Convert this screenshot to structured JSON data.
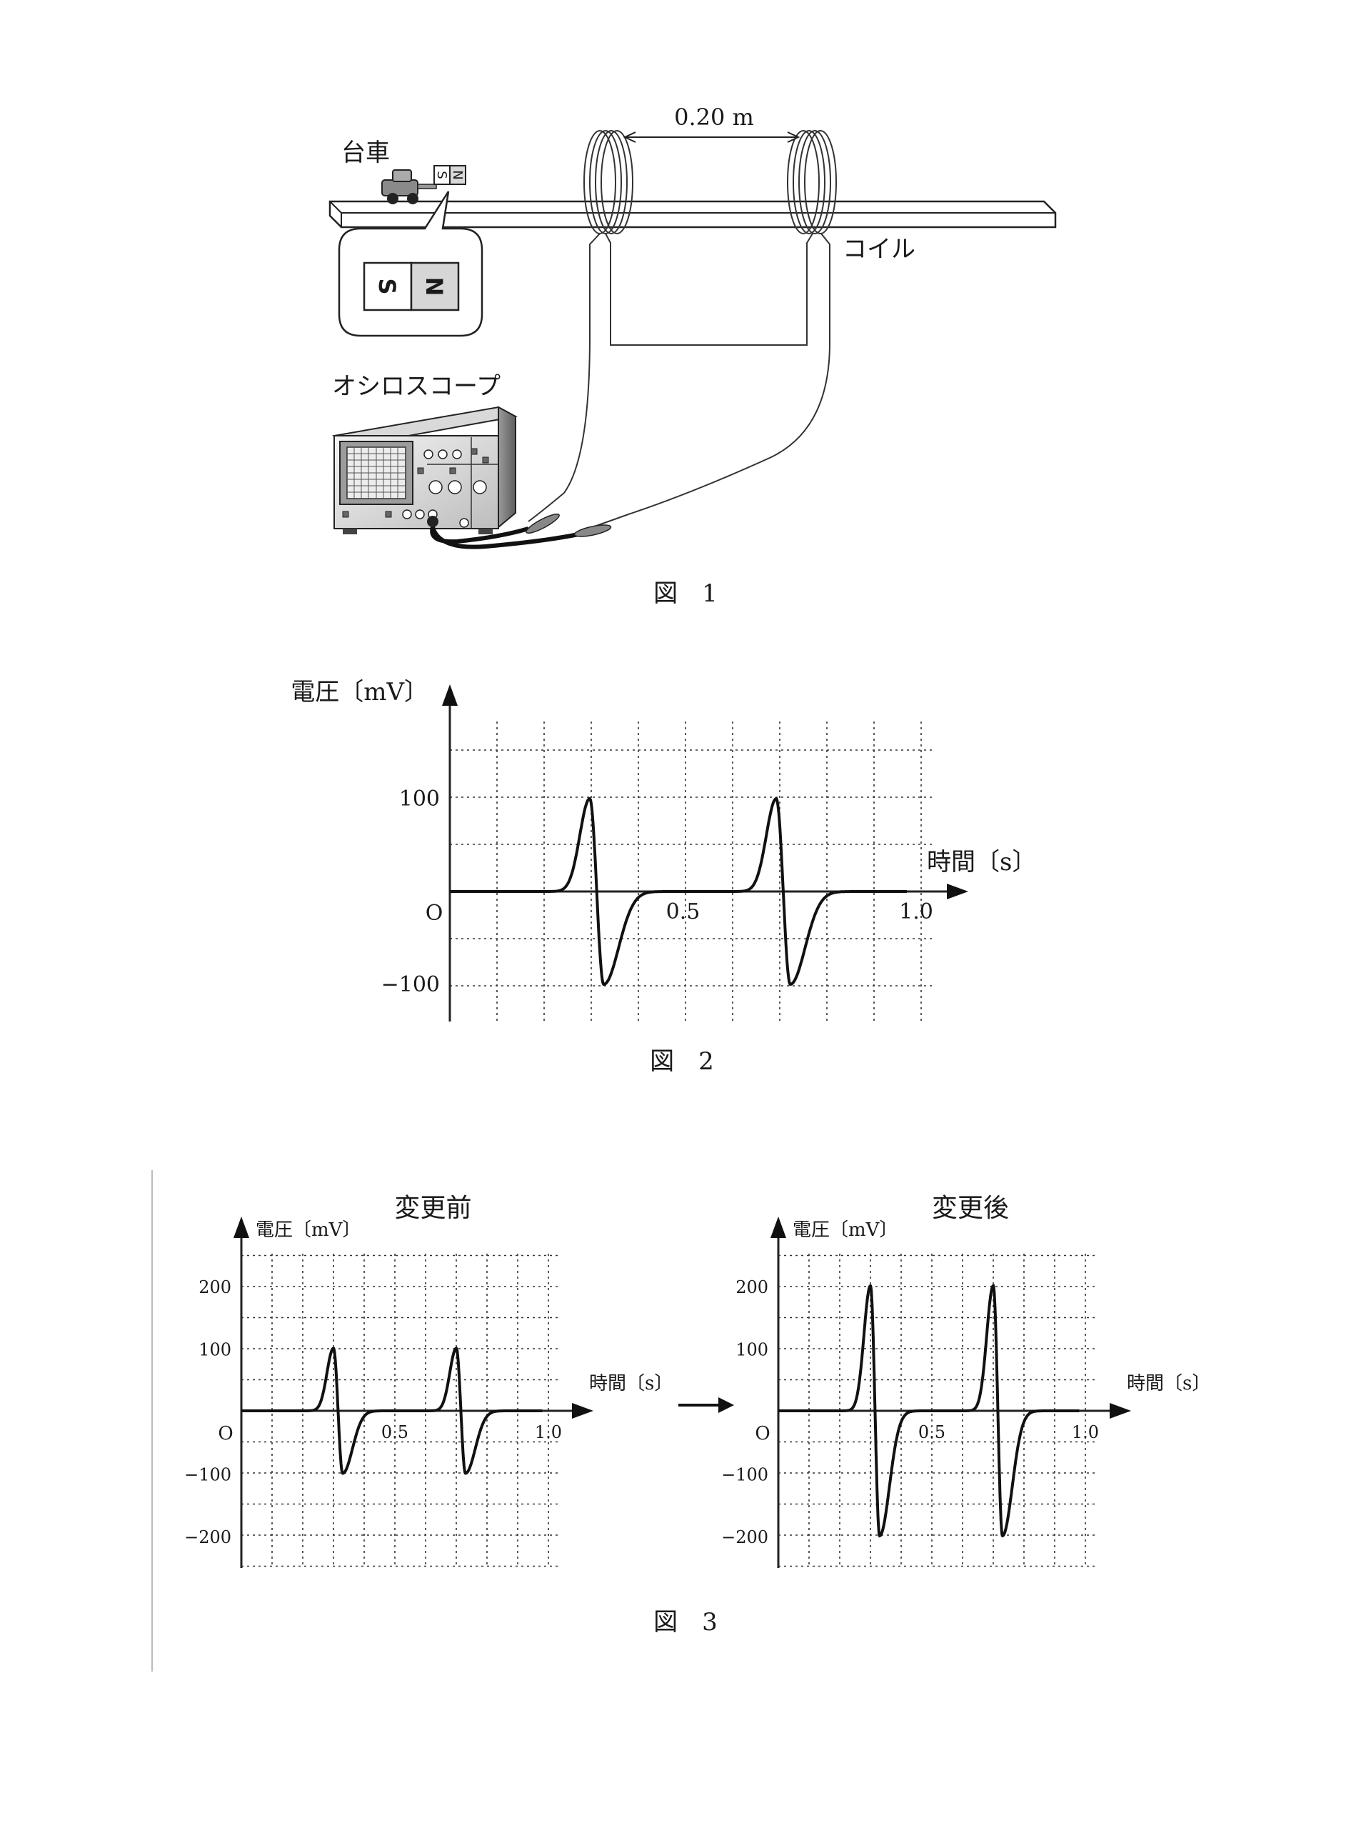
{
  "figure1": {
    "caption": "図　1",
    "distance_label": "0.20 m",
    "cart_label": "台車",
    "coil_label": "コイル",
    "oscilloscope_label": "オシロスコープ",
    "magnet_s": "S",
    "magnet_n": "N"
  },
  "figure2": {
    "caption": "図　2"
  },
  "figure3": {
    "caption": "図　3",
    "arrow": "→"
  },
  "chart_data": [
    {
      "id": "fig2",
      "type": "line",
      "ylabel": "電圧〔mV〕",
      "xlabel": "時間〔s〕",
      "origin_label": "O",
      "xlim": [
        0,
        1.05
      ],
      "ylim": [
        -145,
        145
      ],
      "x_ticks": [
        0.5,
        1.0
      ],
      "x_tick_labels": [
        "0.5",
        "1.0"
      ],
      "y_ticks": [
        100,
        -100
      ],
      "y_tick_labels": [
        "100",
        "−100"
      ],
      "pulses": [
        {
          "peak_x": 0.3,
          "peak_y": 100,
          "trough_x": 0.33,
          "trough_y": -100
        },
        {
          "peak_x": 0.7,
          "peak_y": 100,
          "trough_x": 0.73,
          "trough_y": -100
        }
      ],
      "grid": true
    },
    {
      "id": "fig3-before",
      "type": "line",
      "title": "変更前",
      "ylabel": "電圧〔mV〕",
      "xlabel": "時間〔s〕",
      "origin_label": "O",
      "xlim": [
        0,
        1.05
      ],
      "ylim": [
        -245,
        245
      ],
      "x_ticks": [
        0.5,
        1.0
      ],
      "x_tick_labels": [
        "0.5",
        "1.0"
      ],
      "y_ticks": [
        200,
        100,
        -100,
        -200
      ],
      "y_tick_labels": [
        "200",
        "100",
        "−100",
        "−200"
      ],
      "pulses": [
        {
          "peak_x": 0.3,
          "peak_y": 100,
          "trough_x": 0.33,
          "trough_y": -100
        },
        {
          "peak_x": 0.7,
          "peak_y": 100,
          "trough_x": 0.73,
          "trough_y": -100
        }
      ],
      "grid": true
    },
    {
      "id": "fig3-after",
      "type": "line",
      "title": "変更後",
      "ylabel": "電圧〔mV〕",
      "xlabel": "時間〔s〕",
      "origin_label": "O",
      "xlim": [
        0,
        1.05
      ],
      "ylim": [
        -245,
        245
      ],
      "x_ticks": [
        0.5,
        1.0
      ],
      "x_tick_labels": [
        "0.5",
        "1.0"
      ],
      "y_ticks": [
        200,
        100,
        -100,
        -200
      ],
      "y_tick_labels": [
        "200",
        "100",
        "−100",
        "−200"
      ],
      "pulses": [
        {
          "peak_x": 0.3,
          "peak_y": 200,
          "trough_x": 0.33,
          "trough_y": -200
        },
        {
          "peak_x": 0.7,
          "peak_y": 200,
          "trough_x": 0.73,
          "trough_y": -200
        }
      ],
      "grid": true
    }
  ]
}
